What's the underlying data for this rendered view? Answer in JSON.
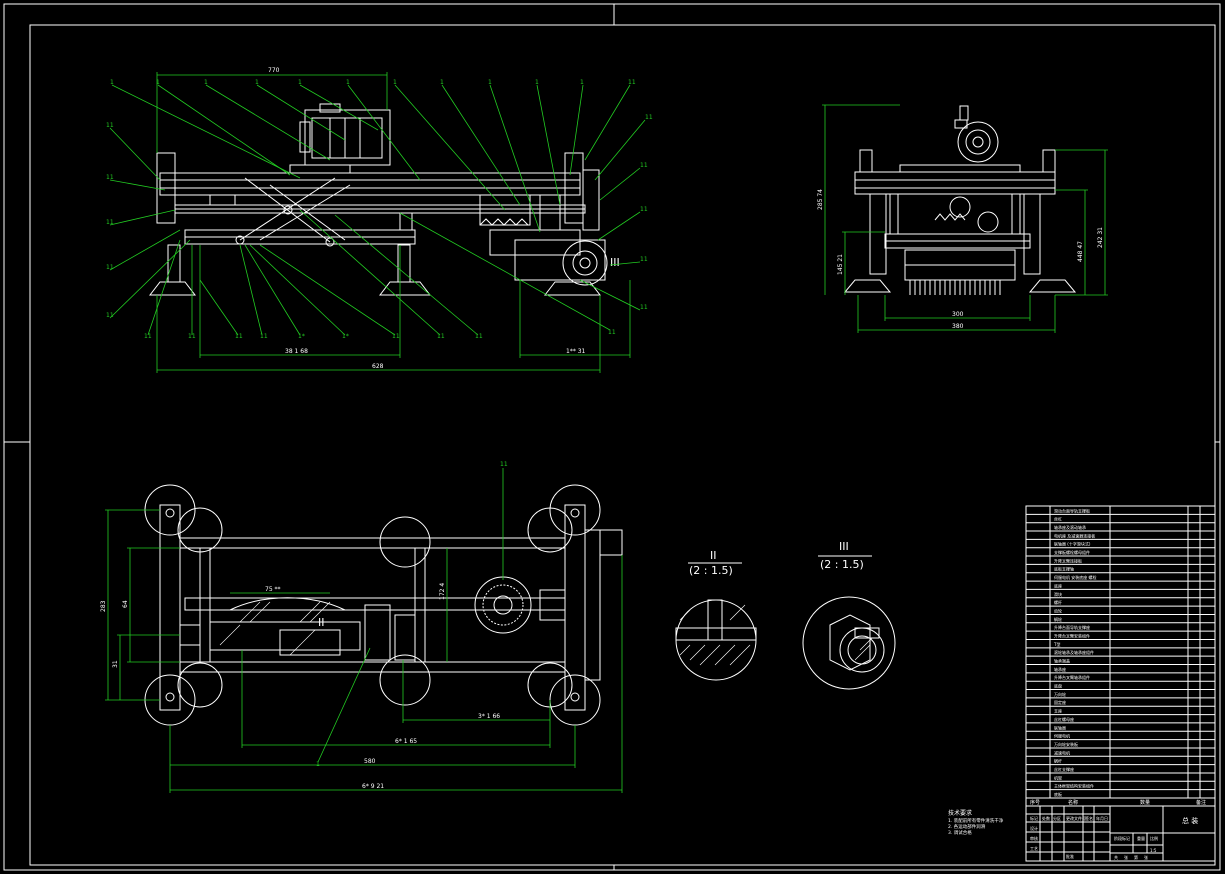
{
  "drawing": {
    "sheet_color": "#000000",
    "line_color": "#ffffff",
    "leader_color": "#22cc22"
  },
  "front_view": {
    "dims": {
      "top_overall": "770",
      "left_span": "38 1 68",
      "right_span": "1** 31",
      "bottom_overall": "628"
    },
    "section_marker": "III"
  },
  "side_view": {
    "dims": {
      "overall_height": "285 74",
      "mid_height": "448 47",
      "right_height": "242 31",
      "lower_height": "145 21",
      "inner_width": "300",
      "outer_width": "380"
    }
  },
  "plan_view": {
    "dims": {
      "left_height": "283",
      "inner_height": "64",
      "small_height": "31",
      "bore": "75 **",
      "gear_dim": "172 4",
      "dim_a": "3* 1 66",
      "dim_b": "6* 1 65",
      "dim_c": "580",
      "dim_d": "6* 9 21"
    },
    "section_marker": "II"
  },
  "details": [
    {
      "id": "II",
      "scale": "(2 : 1.5)"
    },
    {
      "id": "III",
      "scale": "(2 : 1.5)"
    }
  ],
  "notes": {
    "heading": "技术要求",
    "lines": [
      "1. 装配前所有零件清洗干净",
      "2. 各运动部件润滑",
      "3. 调试合格"
    ]
  },
  "title_block": {
    "headers": [
      "序号",
      "名称",
      "数量",
      "备注"
    ],
    "part_rows": [
      "滑动台面导轨支撑板",
      "丝杠",
      "轴承座及滚动轴承",
      "电机座 及减速器连接板",
      "联轴器 (十字滑块式)",
      "支撑板螺栓螺母组件",
      "升降叉臂连接板",
      "底板支撑轴",
      "伺服电机 安装底座 螺栓",
      "底座",
      "滑块",
      "螺杆",
      "齿轮",
      "蜗轮",
      "升降台面导轨支撑座",
      "升降台叉臂安装组件",
      "T型",
      "滚轮轴承及轴承座组件",
      "轴承端盖",
      "轴承座",
      "升降台叉臂轴承组件",
      "底盘",
      "万向轮",
      "固定座",
      "支座",
      "丝杠螺母座",
      "联轴器",
      "伺服电机",
      "万向轮安装板",
      "减速电机",
      "蜗杆",
      "丝杠支撑座",
      "机架",
      "主体框架结构安装组件",
      "底板"
    ],
    "drawing_title": "总 装",
    "fields": [
      "标记",
      "处数",
      "分区",
      "更改文件号",
      "签名",
      "年月日",
      "设计",
      "审核",
      "工艺",
      "批准"
    ],
    "scale_row": [
      "阶段标记",
      "重量",
      "比例",
      "1:5"
    ],
    "sheet_row": [
      "共",
      "张",
      "第",
      "张"
    ]
  }
}
